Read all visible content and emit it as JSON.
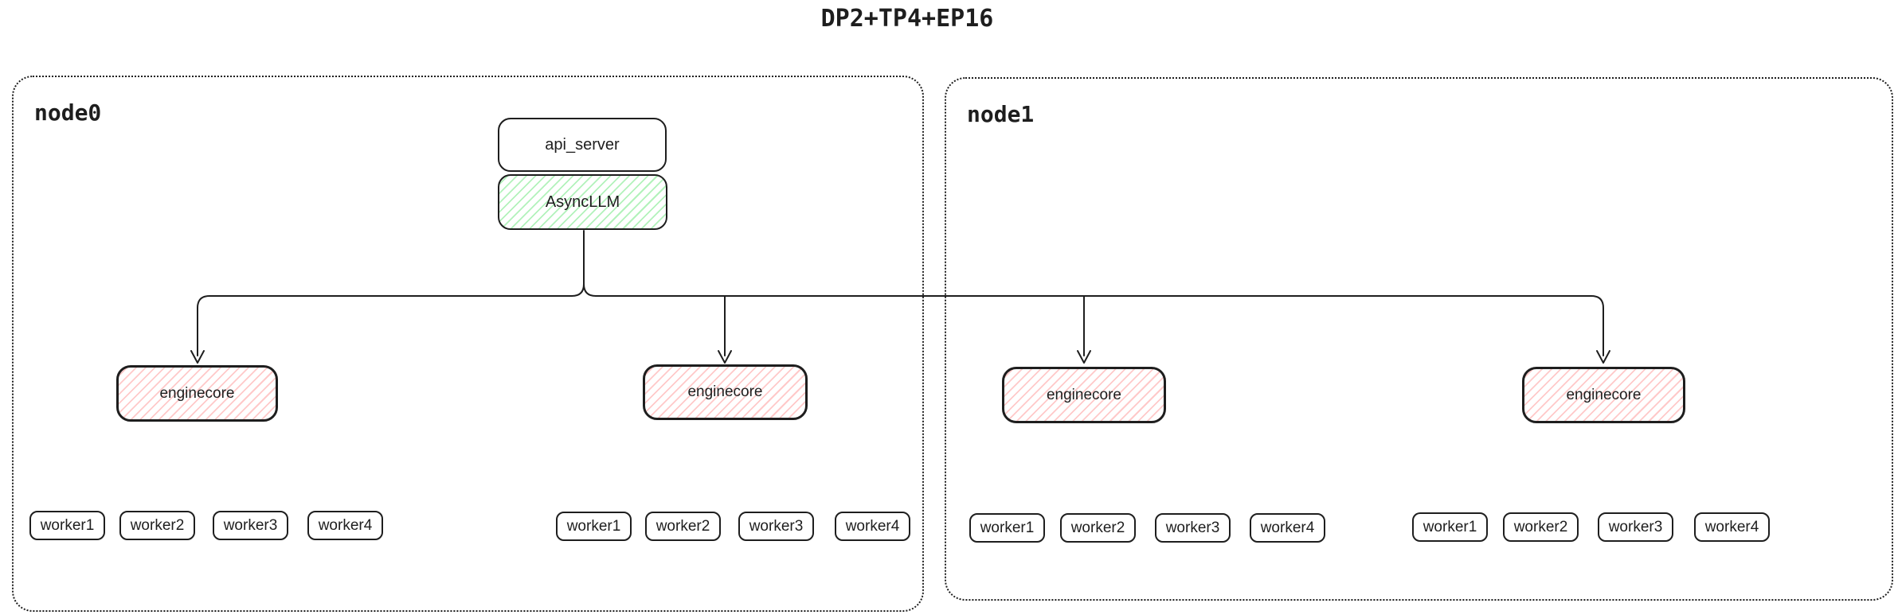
{
  "title": "DP2+TP4+EP16",
  "api_server_label": "api_server",
  "async_llm_label": "AsyncLLM",
  "nodes": [
    {
      "label": "node0",
      "enginecores": [
        {
          "label": "enginecore",
          "workers": [
            "worker1",
            "worker2",
            "worker3",
            "worker4"
          ]
        },
        {
          "label": "enginecore",
          "workers": [
            "worker1",
            "worker2",
            "worker3",
            "worker4"
          ]
        }
      ]
    },
    {
      "label": "node1",
      "enginecores": [
        {
          "label": "enginecore",
          "workers": [
            "worker1",
            "worker2",
            "worker3",
            "worker4"
          ]
        },
        {
          "label": "enginecore",
          "workers": [
            "worker1",
            "worker2",
            "worker3",
            "worker4"
          ]
        }
      ]
    }
  ],
  "colors": {
    "ink": "#1e1e1e",
    "green_hatch": "#b2f2bb",
    "red_hatch": "#ffc9c9",
    "background": "#ffffff"
  }
}
